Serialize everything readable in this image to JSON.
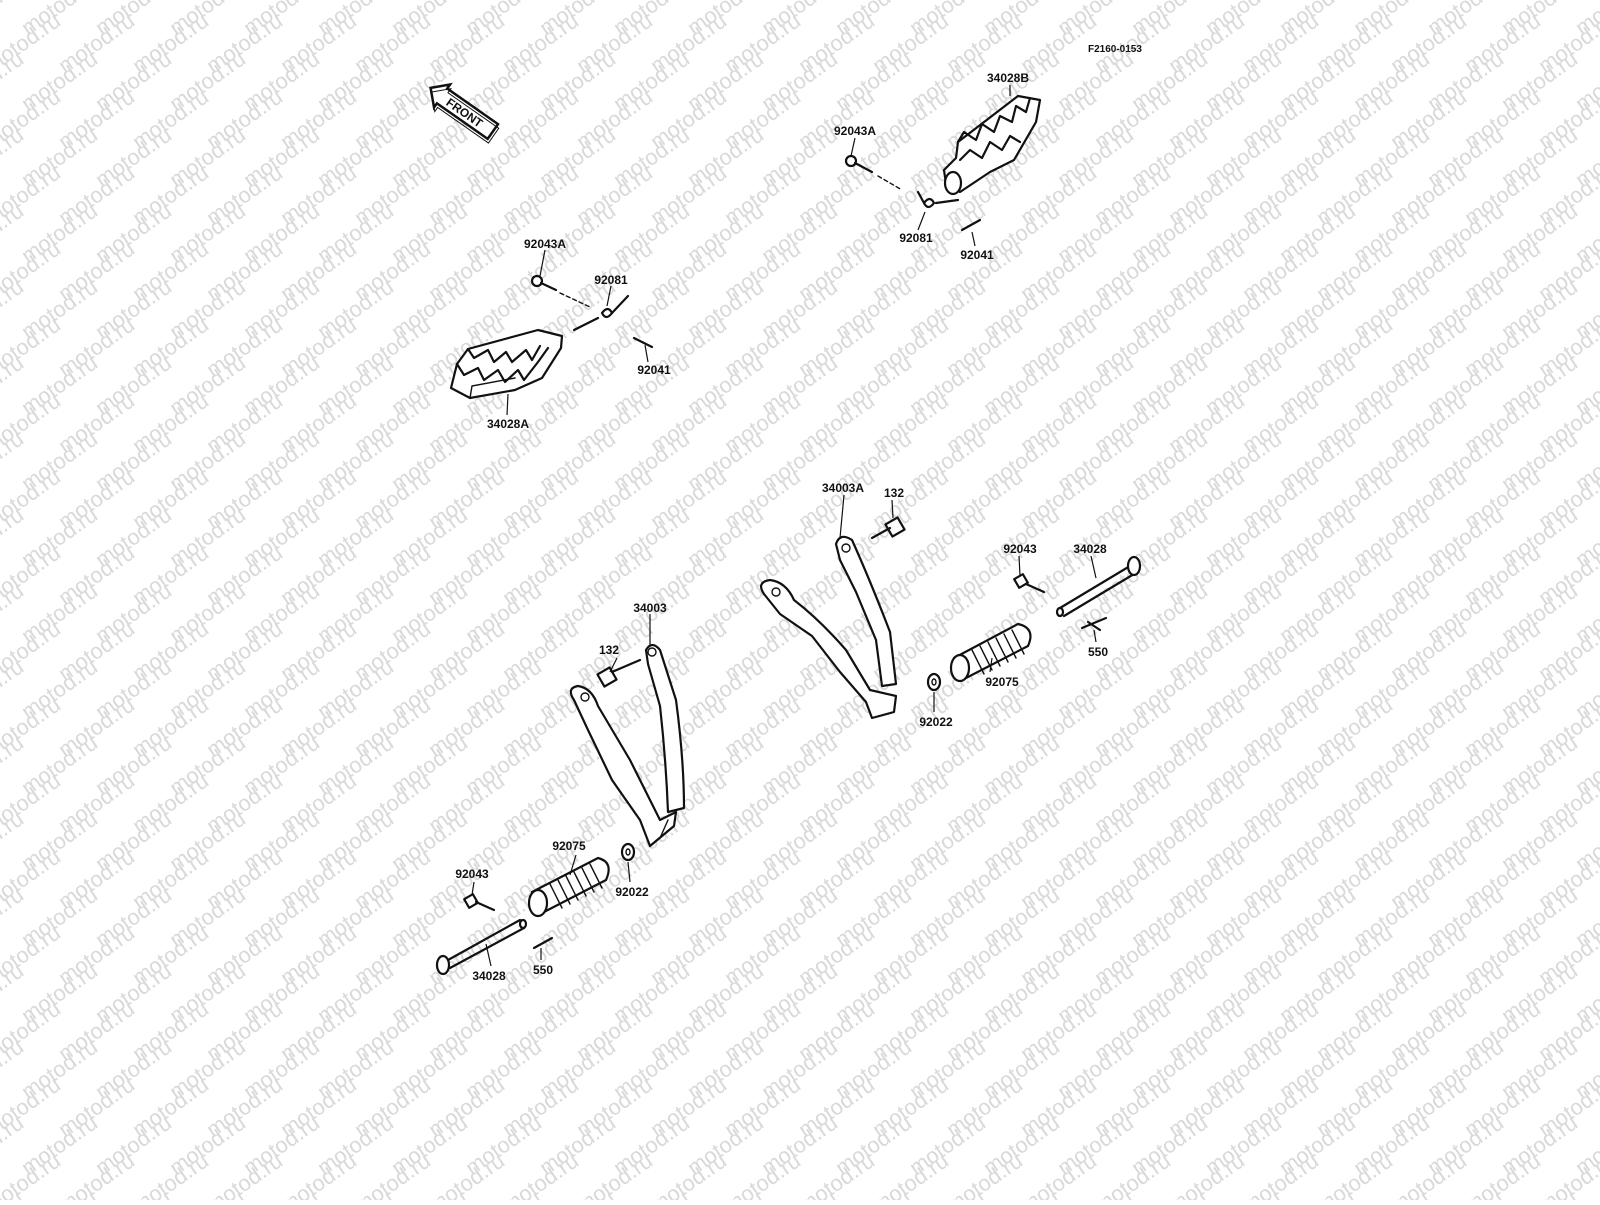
{
  "diagram": {
    "figure_ref": "F2160-0153",
    "front_label": "FRONT",
    "watermark_text": "motod.ru",
    "colors": {
      "line": "#111111",
      "watermark": "#d9d9d9",
      "background": "#ffffff"
    },
    "labels": {
      "step_left": "34028A",
      "step_right": "34028B",
      "bolt_left": "92043A",
      "bolt_right": "92043A",
      "spring_left": "92081",
      "spring_right": "92081",
      "pin_left": "92041",
      "pin_right": "92041",
      "bracket_left": "34003",
      "bracket_right": "34003A",
      "bolt132_left": "132",
      "bolt132_right": "132",
      "rubber_left": "92075",
      "rubber_right": "92075",
      "washer_left": "92022",
      "washer_right": "92022",
      "cpin_bolt_left": "92043",
      "cpin_bolt_right": "92043",
      "shaft_left": "34028",
      "shaft_right": "34028",
      "cotter_left": "550",
      "cotter_right": "550"
    }
  }
}
